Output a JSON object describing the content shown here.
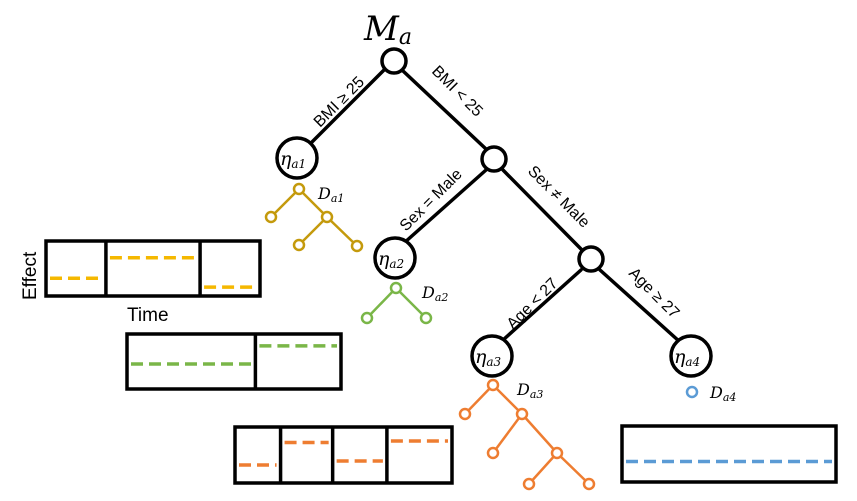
{
  "tree": {
    "root_label": "M",
    "root_sub": "a",
    "edge_labels": {
      "bmi_ge": "BMI ≥ 25",
      "bmi_lt": "BMI < 25",
      "sex_eq": "Sex = Male",
      "sex_ne": "Sex ≠ Male",
      "age_lt": "Age < 27",
      "age_ge": "Age ≥ 27"
    },
    "leaves": [
      {
        "eta": "η",
        "sub": "a1",
        "dset": "D",
        "dsub": "a1"
      },
      {
        "eta": "η",
        "sub": "a2",
        "dset": "D",
        "dsub": "a2"
      },
      {
        "eta": "η",
        "sub": "a3",
        "dset": "D",
        "dsub": "a3"
      },
      {
        "eta": "η",
        "sub": "a4",
        "dset": "D",
        "dsub": "a4"
      }
    ]
  },
  "axes": {
    "ylabel": "Effect",
    "xlabel": "Time"
  },
  "colors": {
    "a1": "#c49a0c",
    "a1_line": "#f5b800",
    "a2": "#7ab648",
    "a3": "#ee7d31",
    "a4": "#5b9bd5"
  },
  "effect_panels": [
    {
      "leaf": "a1",
      "segments": [
        {
          "from": 0,
          "to": 0.28,
          "level": 0.3
        },
        {
          "from": 0.28,
          "to": 0.72,
          "level": 0.72
        },
        {
          "from": 0.72,
          "to": 1,
          "level": 0.12
        }
      ]
    },
    {
      "leaf": "a2",
      "segments": [
        {
          "from": 0,
          "to": 0.6,
          "level": 0.45
        },
        {
          "from": 0.6,
          "to": 1,
          "level": 0.82
        }
      ]
    },
    {
      "leaf": "a3",
      "segments": [
        {
          "from": 0,
          "to": 0.21,
          "level": 0.3
        },
        {
          "from": 0.21,
          "to": 0.45,
          "level": 0.75
        },
        {
          "from": 0.45,
          "to": 0.7,
          "level": 0.38
        },
        {
          "from": 0.7,
          "to": 1,
          "level": 0.78
        }
      ]
    },
    {
      "leaf": "a4",
      "segments": [
        {
          "from": 0,
          "to": 1,
          "level": 0.35
        }
      ]
    }
  ]
}
